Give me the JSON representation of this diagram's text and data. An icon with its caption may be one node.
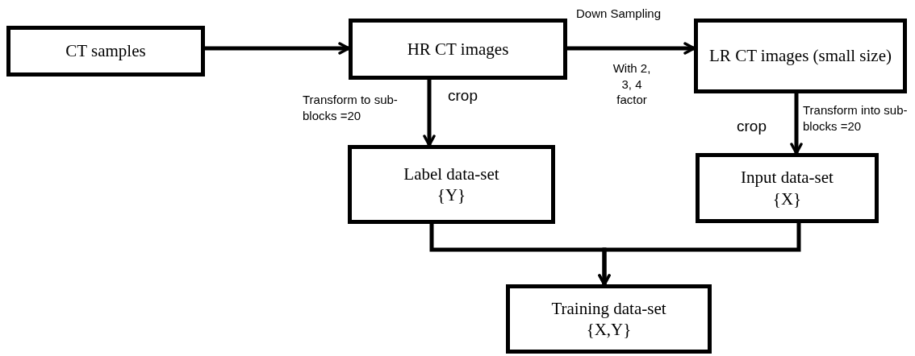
{
  "diagram": {
    "nodes": [
      {
        "text": [
          "CT samples"
        ]
      },
      {
        "text": [
          "HR CT images"
        ]
      },
      {
        "text": [
          "LR CT images (small size)"
        ]
      },
      {
        "text": [
          "Label data-set",
          "{Y}"
        ]
      },
      {
        "text": [
          "Input data-set",
          "{X}"
        ]
      },
      {
        "text": [
          "Training data-set",
          "{X,Y}"
        ]
      }
    ],
    "edges": [
      {
        "from": 0,
        "to": 1,
        "arrow": "to"
      },
      {
        "from": 1,
        "to": 2,
        "arrow": "to",
        "label": "Down Sampling"
      },
      {
        "from": 1,
        "to": 3,
        "arrow": "to",
        "label": "crop"
      },
      {
        "from": 2,
        "to": 4,
        "arrow": "to",
        "label": "crop"
      },
      {
        "from": 3,
        "to": 5,
        "arrow": "to"
      },
      {
        "from": 4,
        "to": 5,
        "arrow": "to"
      }
    ],
    "labels": [
      "With 2, 3, 4 factor",
      "Transform to sub-blocks =20",
      "Transform into sub-blocks =20"
    ]
  }
}
